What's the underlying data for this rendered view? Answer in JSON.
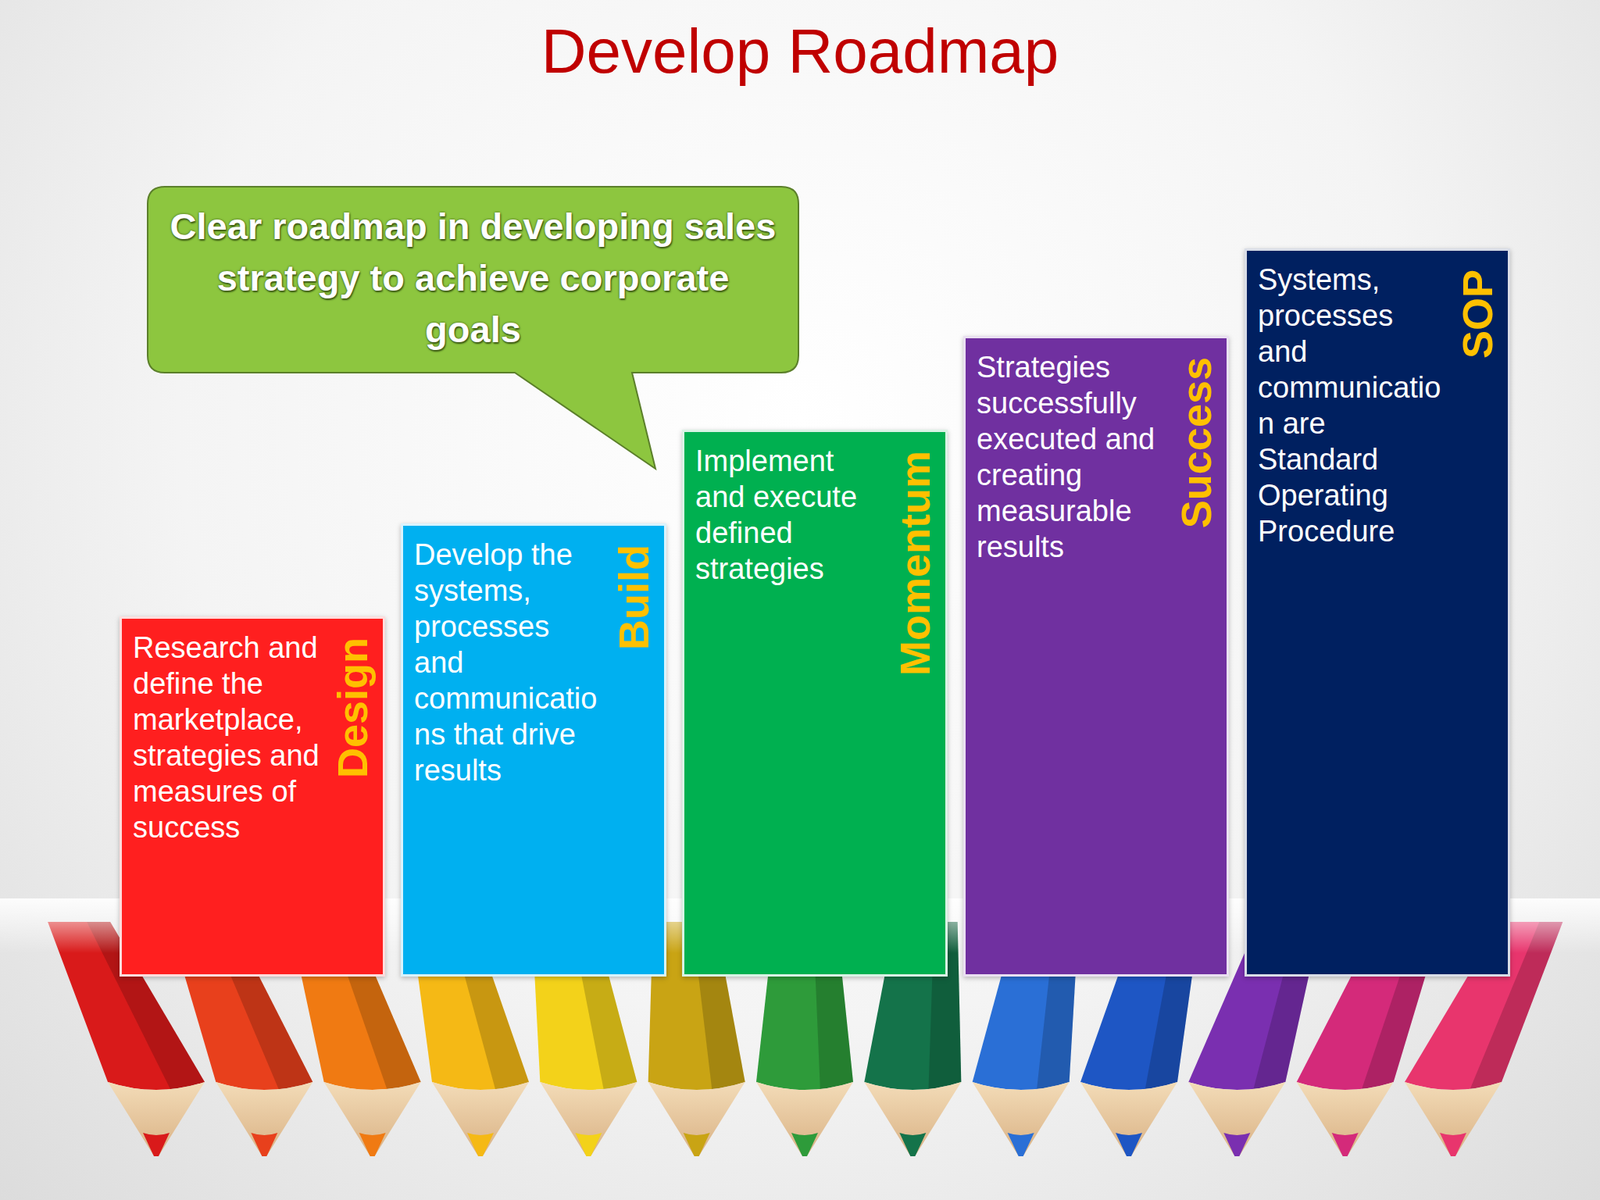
{
  "diagram": {
    "title": "Develop Roadmap",
    "nodes": [
      {
        "text": [
          "Clear roadmap in developing sales strategy to achieve corporate goals"
        ]
      },
      {
        "text": [
          "Design",
          "Research and define the marketplace, strategies and measures of success"
        ]
      },
      {
        "text": [
          "Build",
          "Develop the systems, processes and communications that drive results"
        ]
      },
      {
        "text": [
          "Momentum",
          "Implement and execute defined strategies"
        ]
      },
      {
        "text": [
          "Success",
          "Strategies successfully executed and creating measurable results"
        ]
      },
      {
        "text": [
          "SOP",
          "Systems, processes and communication are Standard Operating Procedure"
        ]
      }
    ]
  }
}
